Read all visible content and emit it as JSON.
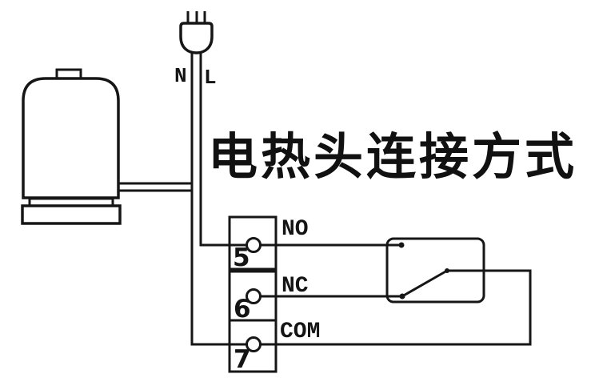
{
  "title": "电热头连接方式",
  "colors": {
    "line": "#161616",
    "text": "#111111",
    "background": "#ffffff"
  },
  "power_plug": {
    "neutral_label": "N",
    "live_label": "L"
  },
  "terminal_block": {
    "terminals": [
      {
        "number": "5",
        "contact_label": "NO"
      },
      {
        "number": "6",
        "contact_label": "NC"
      },
      {
        "number": "7",
        "contact_label": "COM"
      }
    ]
  },
  "icons": {
    "power_plug": "power-plug-icon",
    "heater_head": "heater-head-icon",
    "changeover_switch": "changeover-switch-icon"
  }
}
